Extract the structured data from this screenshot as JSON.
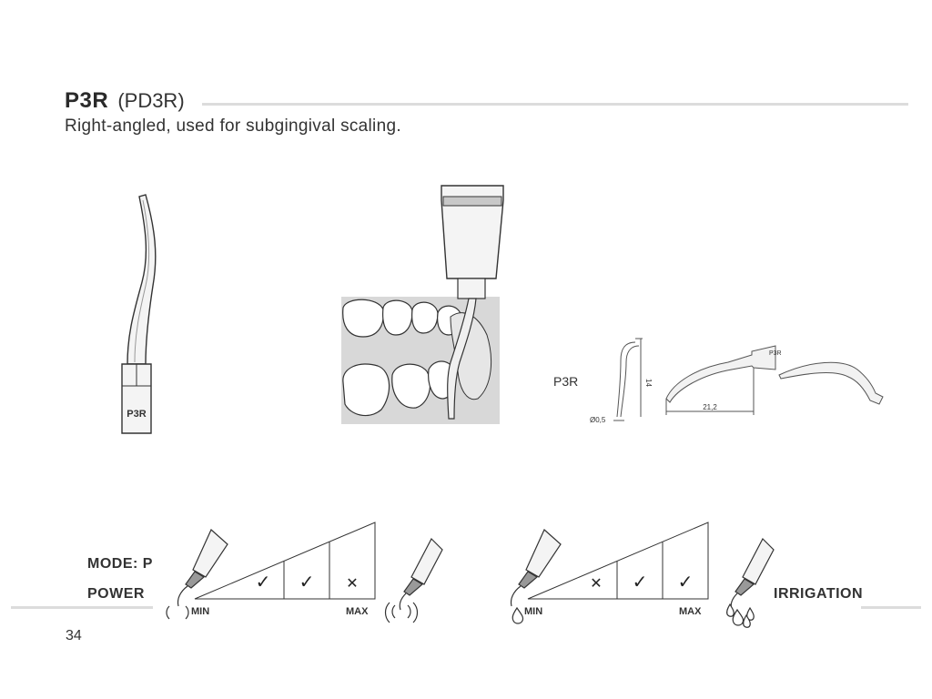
{
  "header": {
    "code": "P3R",
    "alt_code": "(PD3R)",
    "description": "Right-angled, used for subgingival scaling."
  },
  "tip_illustration": {
    "engraving": "P3R"
  },
  "dimensions": {
    "label": "P3R",
    "length_vertical": "14",
    "tip_diameter": "Ø0,5",
    "length_horizontal": "21,2",
    "side_engraving": "P3R"
  },
  "settings": {
    "mode_label": "MODE: P",
    "power": {
      "label": "POWER",
      "min_label": "MIN",
      "max_label": "MAX",
      "levels": [
        {
          "level": 1,
          "mark": "✓",
          "allowed": true
        },
        {
          "level": 2,
          "mark": "✓",
          "allowed": true
        },
        {
          "level": 3,
          "mark": "✕",
          "allowed": false
        }
      ]
    },
    "irrigation": {
      "label": "IRRIGATION",
      "min_label": "MIN",
      "max_label": "MAX",
      "levels": [
        {
          "level": 1,
          "mark": "✕",
          "allowed": false
        },
        {
          "level": 2,
          "mark": "✓",
          "allowed": true
        },
        {
          "level": 3,
          "mark": "✓",
          "allowed": true
        }
      ]
    }
  },
  "page_number": "34"
}
